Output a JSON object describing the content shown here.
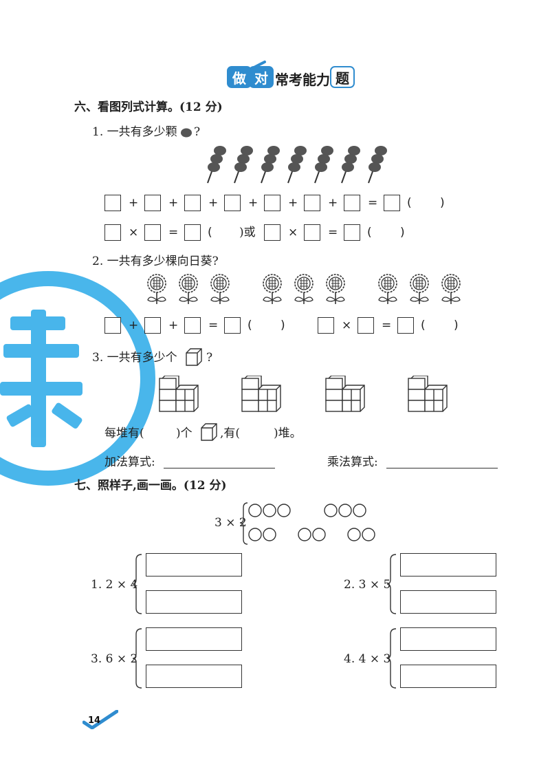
{
  "banner": {
    "c1": "做",
    "c2": "对",
    "c3": "常考能力",
    "c4": "题"
  },
  "section6": {
    "title": "六、看图列式计算。(12 分)",
    "q1": "1. 一共有多少颗",
    "q1_end": "?",
    "q2": "2. 一共有多少棵向日葵?",
    "q3": "3. 一共有多少个",
    "q3_end": "?",
    "each_pile": "每堆有(",
    "each_pile_mid": ")个",
    "have": ",有(",
    "piles": ")堆。",
    "add_label": "加法算式:",
    "mul_label": "乘法算式:"
  },
  "ops": {
    "plus": "+",
    "times": "×",
    "eq": "=",
    "lp": "(",
    "rp": ")",
    "or": ")或"
  },
  "section7": {
    "title": "七、照样子,画一画。(12 分)",
    "example": "3 × 2",
    "items": [
      "1. 2 × 4",
      "2. 3 × 5",
      "3. 6 × 2",
      "4. 4 × 3"
    ]
  },
  "page_number": "14",
  "colors": {
    "accent": "#2f8ccf",
    "watermark": "#29a9e8",
    "ink": "#222222"
  }
}
